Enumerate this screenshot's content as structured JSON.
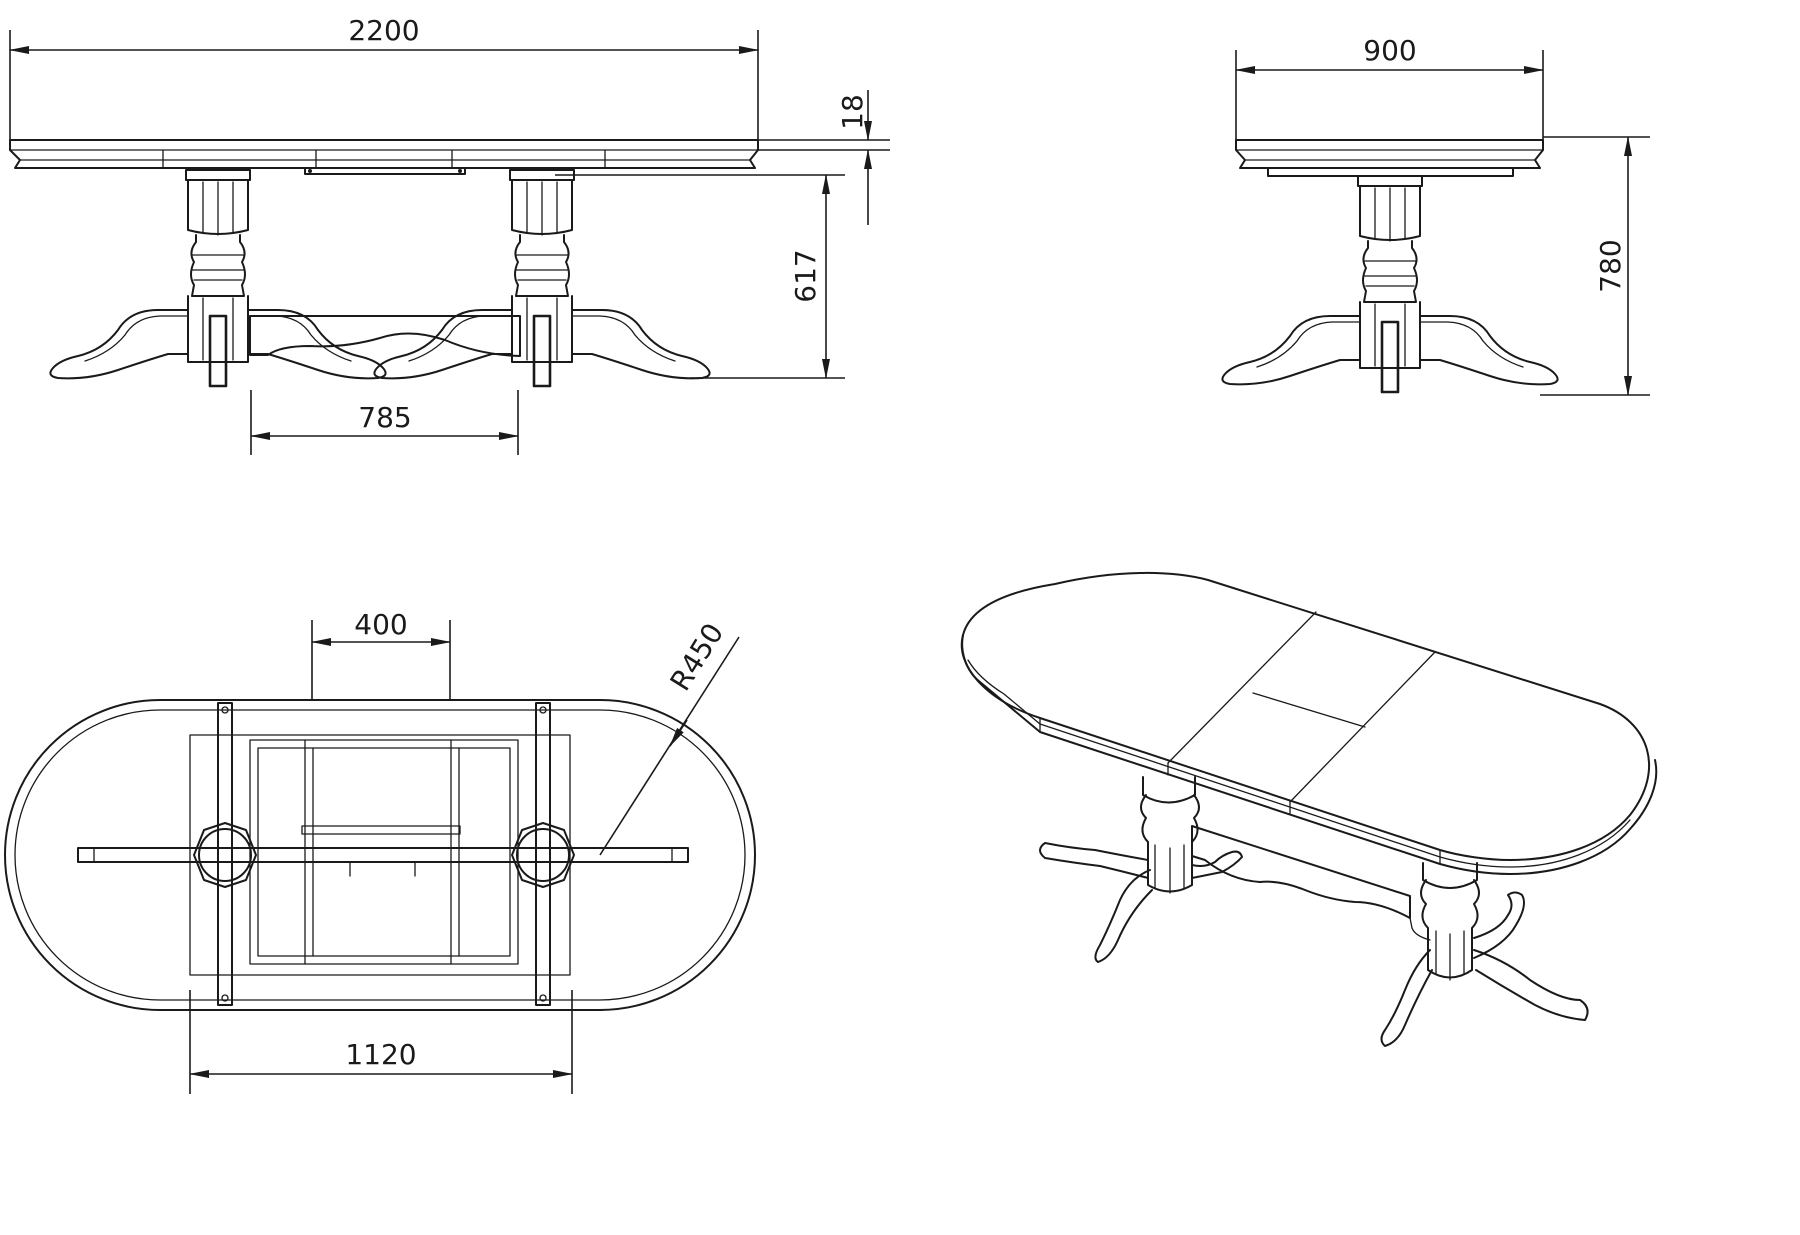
{
  "dimensions": {
    "total_length": "2200",
    "top_thickness": "18",
    "width": "900",
    "height": "780",
    "leg_height": "617",
    "pedestal_distance": "785",
    "leaf_width": "400",
    "end_radius": "R450",
    "closed_length": "1120"
  },
  "colors": {
    "line": "#1a1a1a",
    "background": "#ffffff"
  }
}
